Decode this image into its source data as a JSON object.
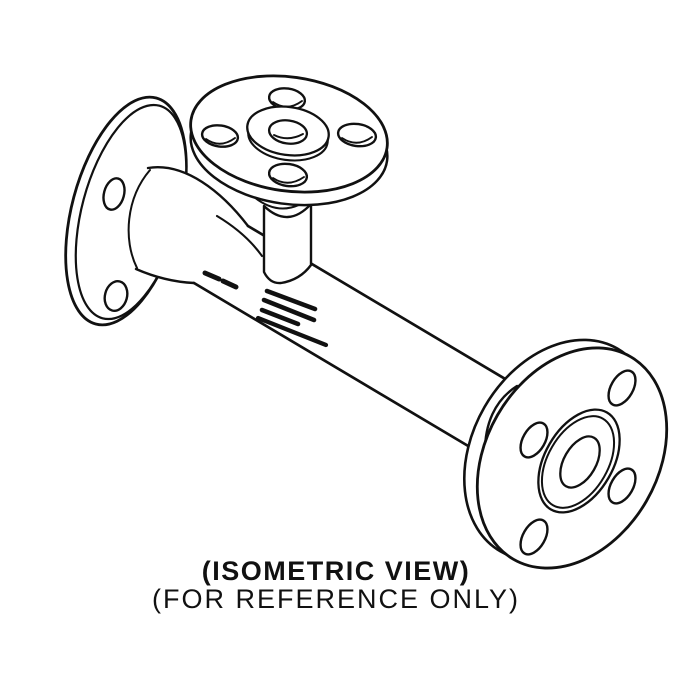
{
  "page": {
    "background_color": "#ffffff",
    "line_color": "#111111"
  },
  "caption": {
    "title": "(ISOMETRIC VIEW)",
    "subtitle": "(FOR REFERENCE ONLY)"
  },
  "drawing": {
    "subject": "flanged tee pipe fitting",
    "parts": [
      "left flange",
      "left tapered hub",
      "main pipe body",
      "branch neck",
      "top flange",
      "right flange"
    ],
    "pipe_markings": {
      "visible": true,
      "legibility": "illegible",
      "line_count": 6
    }
  }
}
